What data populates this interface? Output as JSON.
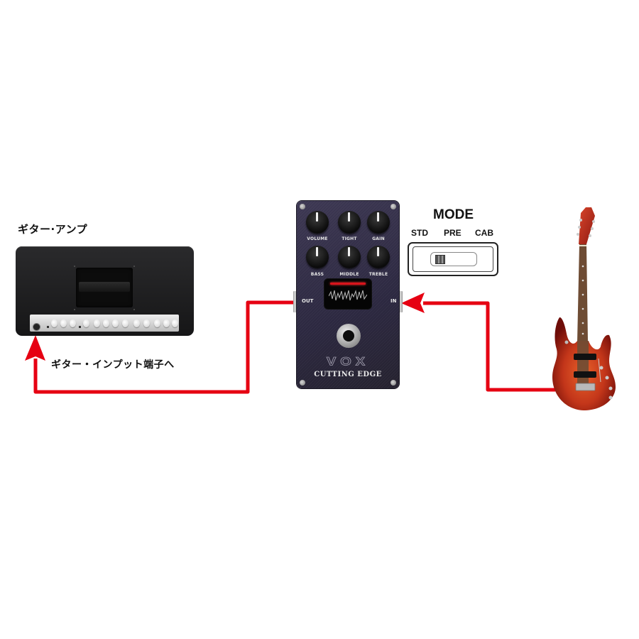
{
  "amp": {
    "title": "ギター·アンプ",
    "input_label": "ギター・インプット端子へ"
  },
  "pedal": {
    "brand": "VOX",
    "model": "CUTTING EDGE",
    "knobs": [
      "VOLUME",
      "TIGHT",
      "GAIN",
      "BASS",
      "MIDDLE",
      "TREBLE"
    ],
    "jack_out": "OUT",
    "jack_in": "IN"
  },
  "mode": {
    "title": "MODE",
    "options": [
      "STD",
      "PRE",
      "CAB"
    ],
    "slider_position": "STD"
  },
  "colors": {
    "cable": "#e60012",
    "pedal_body": "#2e2a40",
    "amp_body": "#1d1d1f",
    "guitar_body": "#c6391a"
  }
}
